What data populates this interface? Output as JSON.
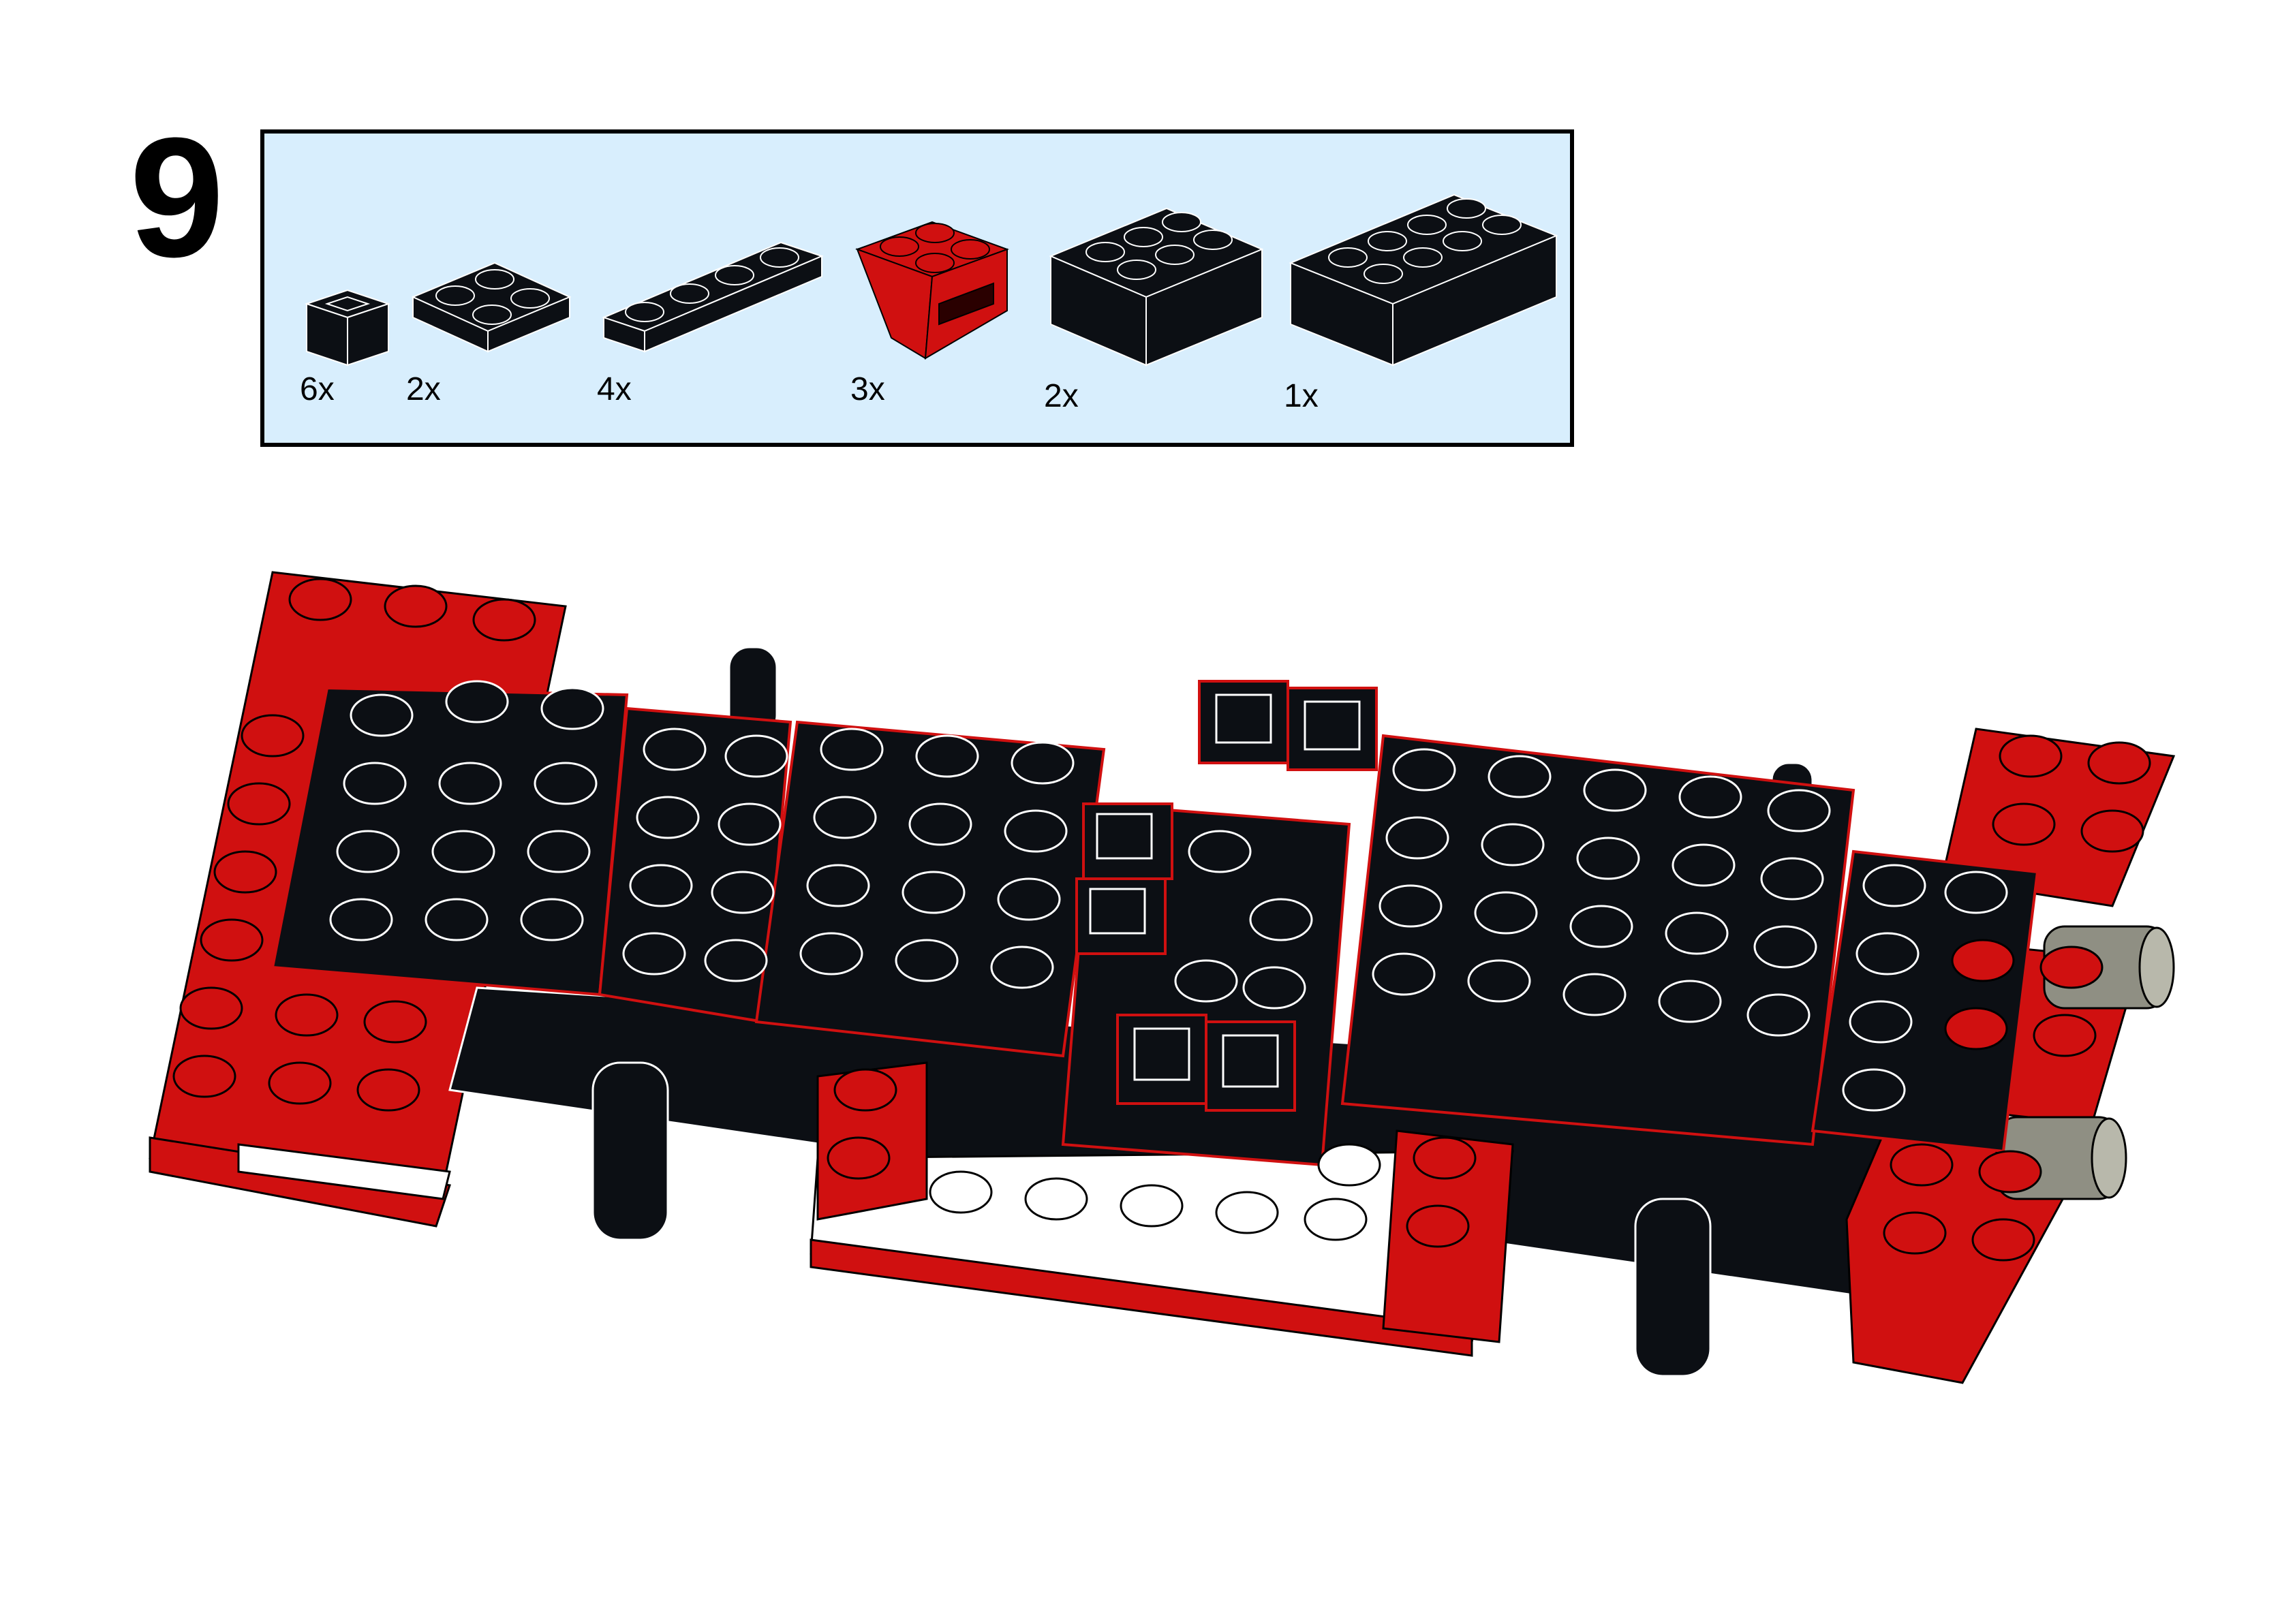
{
  "step": {
    "number": "9"
  },
  "parts": [
    {
      "icon": "black-1x1-brick-icon",
      "quantity": "6x",
      "color": "#0c0f14"
    },
    {
      "icon": "black-2x2-plate-icon",
      "quantity": "2x",
      "color": "#0c0f14"
    },
    {
      "icon": "black-1x4-plate-icon",
      "quantity": "4x",
      "color": "#0c0f14"
    },
    {
      "icon": "red-2x2-inverted-slope-icon",
      "quantity": "3x",
      "color": "#d01010"
    },
    {
      "icon": "black-2x3-brick-icon",
      "quantity": "2x",
      "color": "#0c0f14"
    },
    {
      "icon": "black-2x4-brick-icon",
      "quantity": "1x",
      "color": "#0c0f14"
    }
  ],
  "colors": {
    "black": "#0c0f14",
    "red": "#d01010",
    "white": "#ffffff",
    "grey": "#8f8f83",
    "panel": "#d8eefd"
  },
  "model": {
    "icon": "car-chassis-assembly-icon"
  }
}
